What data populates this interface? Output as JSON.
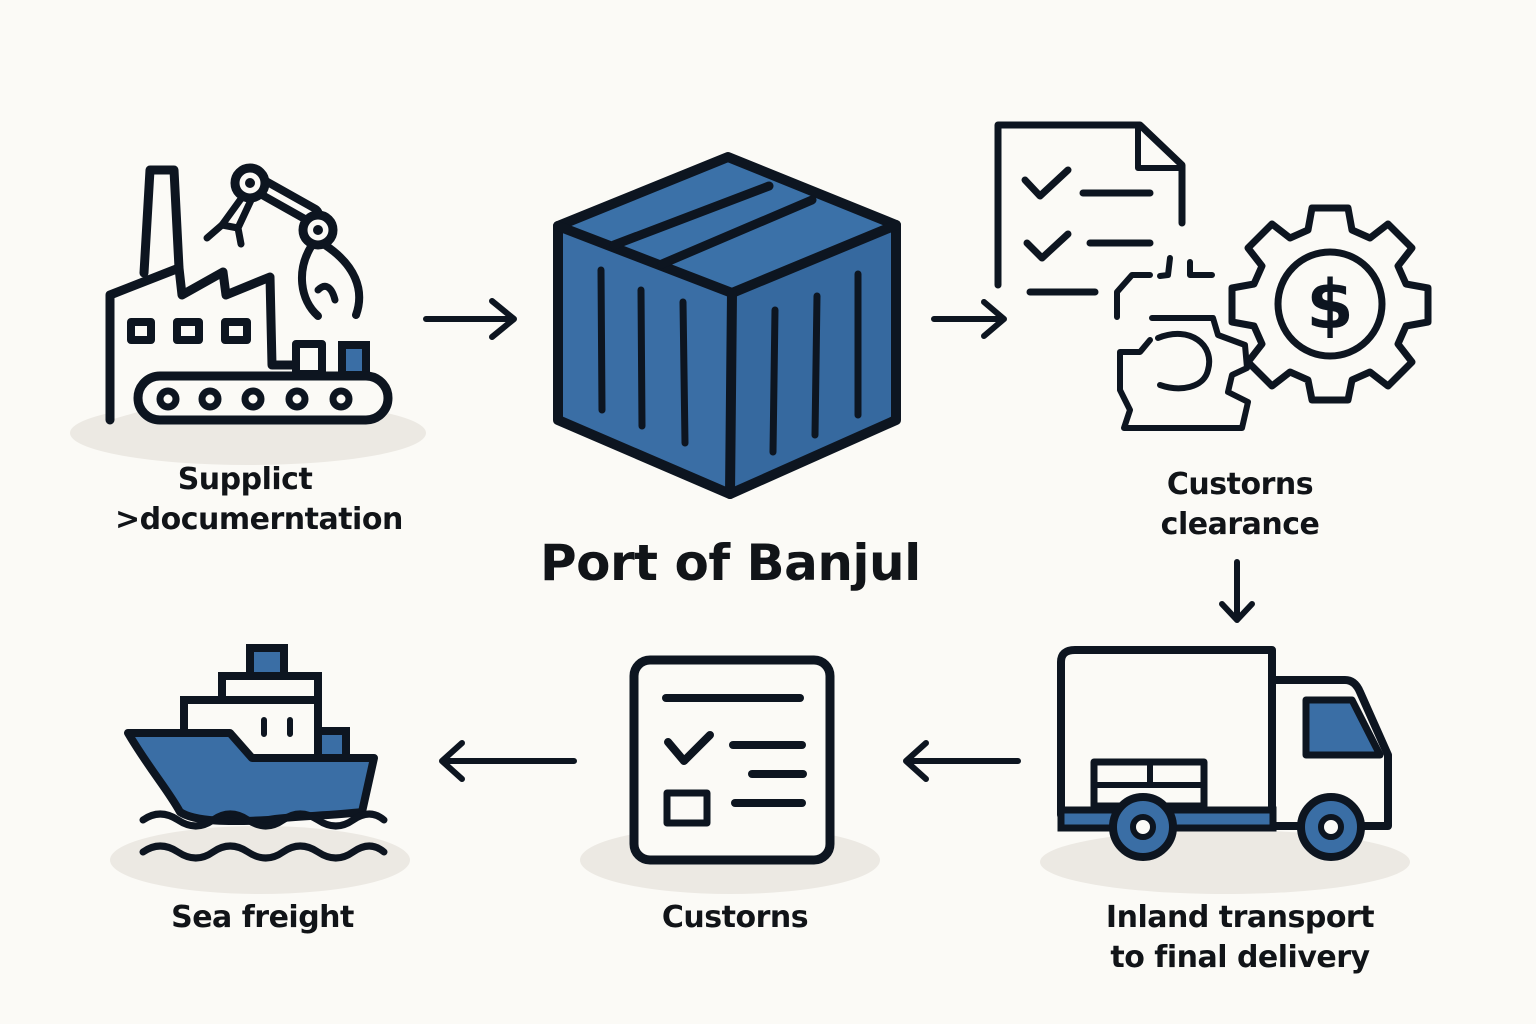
{
  "diagram": {
    "title": "Port of Banjul",
    "colors": {
      "background": "#fbfaf6",
      "accent_blue": "#3a6ea5",
      "outline": "#0d1520",
      "shadow": "#ece9e3"
    },
    "steps": [
      {
        "id": "supplier",
        "label_line1": "Supplict",
        "label_line2": ">documerntation",
        "icon": "factory-robot-arm-icon"
      },
      {
        "id": "port",
        "label": "Port of Banjul",
        "icon": "shipping-container-icon"
      },
      {
        "id": "customs-clearance",
        "label_line1": "Custorns",
        "label_line2": "clearance",
        "icon": "document-gear-dollar-icon"
      },
      {
        "id": "inland",
        "label_line1": "Inland transport",
        "label_line2": "to final delivery",
        "icon": "truck-icon"
      },
      {
        "id": "customs",
        "label": "Custorns",
        "icon": "checklist-icon"
      },
      {
        "id": "sea",
        "label": "Sea freight",
        "icon": "ship-icon"
      }
    ],
    "flow": [
      {
        "from": "supplier",
        "to": "port",
        "direction": "right"
      },
      {
        "from": "port",
        "to": "customs-clearance",
        "direction": "right"
      },
      {
        "from": "customs-clearance",
        "to": "inland",
        "direction": "down"
      },
      {
        "from": "inland",
        "to": "customs",
        "direction": "left"
      },
      {
        "from": "customs",
        "to": "sea",
        "direction": "left"
      }
    ]
  }
}
